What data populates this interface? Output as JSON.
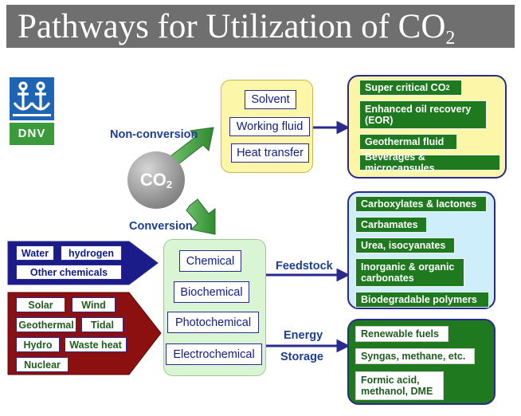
{
  "title": {
    "main": "Pathways for Utilization of CO",
    "sub": "2"
  },
  "logo": {
    "text": "DNV"
  },
  "co2": {
    "main": "CO",
    "sub": "2"
  },
  "labels": {
    "non_conversion": "Non-conversion",
    "conversion": "Conversion",
    "feedstock": "Feedstock",
    "energy": "Energy",
    "storage": "Storage"
  },
  "non_conversion_uses": [
    "Solvent",
    "Working fluid",
    "Heat transfer"
  ],
  "non_conversion_products": {
    "supercritical": {
      "main": "Super critical CO",
      "sub": "2"
    },
    "items": [
      "Enhanced oil recovery (EOR)",
      "Geothermal fluid",
      "Beverages & microcapsules"
    ]
  },
  "conversion_types": [
    "Chemical",
    "Biochemical",
    "Photochemical",
    "Electrochemical"
  ],
  "chemical_inputs": [
    "Water",
    "hydrogen",
    "Other chemicals"
  ],
  "energy_inputs": [
    "Solar",
    "Wind",
    "Geothermal",
    "Tidal",
    "Hydro",
    "Waste heat",
    "Nuclear"
  ],
  "feedstock_products": [
    "Carboxylates & lactones",
    "Carbamates",
    "Urea, isocyanates",
    "Inorganic & organic carbonates",
    "Biodegradable polymers"
  ],
  "energy_products": [
    "Renewable fuels",
    "Syngas, methane, etc.",
    "Formic acid, methanol, DME"
  ]
}
